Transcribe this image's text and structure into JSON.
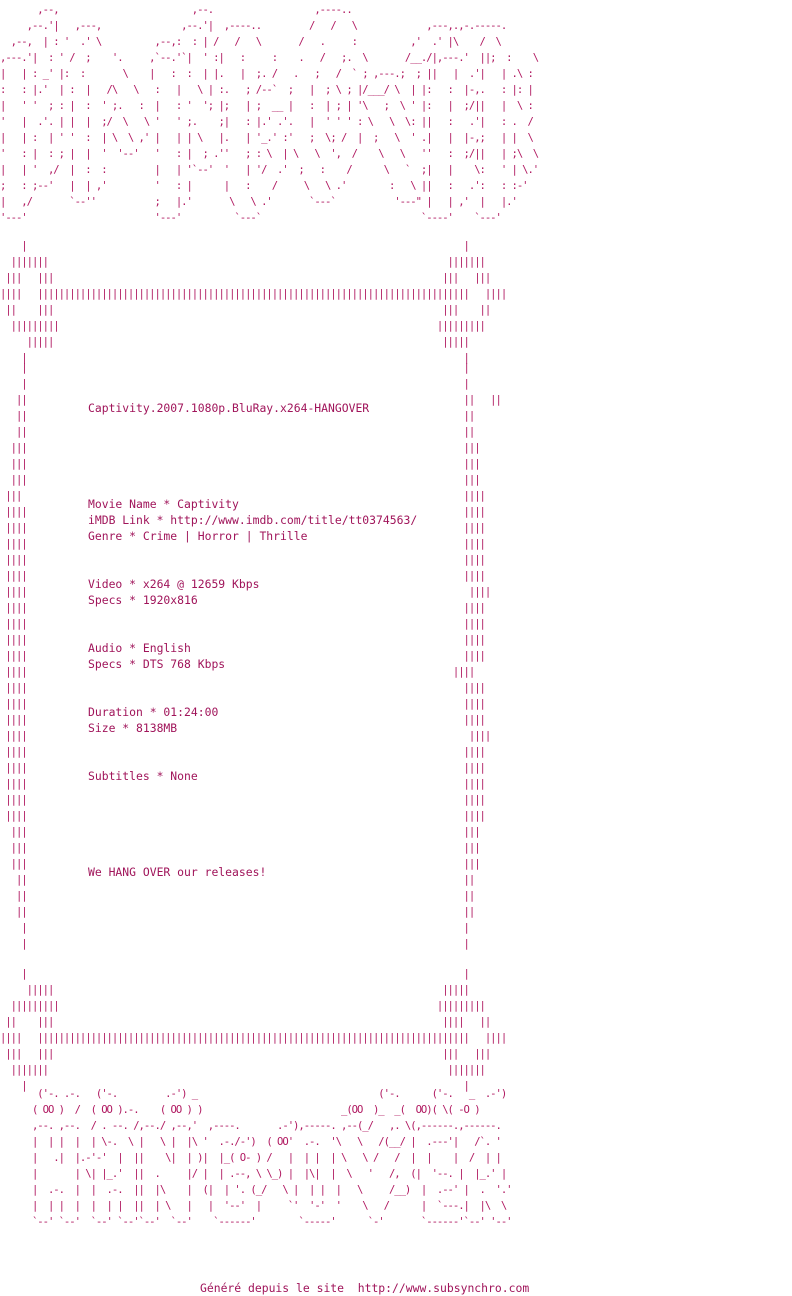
{
  "release_title": "Captivity.2007.1080p.BluRay.x264-HANGOVER",
  "info": {
    "movie_name": "Movie Name * Captivity",
    "imdb_link": "iMDB Link * http://www.imdb.com/title/tt0374563/",
    "genre": "Genre * Crime | Horror | Thrille",
    "video": "Video * x264 @ 12659 Kbps",
    "video_specs": "Specs * 1920x816",
    "audio": "Audio * English",
    "audio_specs": "Specs * DTS 768 Kbps",
    "duration": "Duration * 01:24:00",
    "size": "Size * 8138MB",
    "subtitles": "Subtitles * None",
    "tagline": "We HANG OVER our releases!"
  },
  "footer": "Généré depuis le site  http://www.subsynchro.com",
  "ascii": {
    "top_logo": "       ,--,                         ,--.                   ,----..                              \n     ,--.'|   ,---,               ,--.'|  ,----..         /   /   \\             ,---,.,-.-----.  \n  ,--,  | : '  .' \\          ,--,:  : | /   /   \\       /   .     :          ,'  .' |\\    /  \\ \n,---.'|  : ' /  ;    '.     ,`--.'`|  ' :|   :     :    .   /   ;.  \\       /__./|,---.'  ||;  :    \\\n|   | : _' |:  :       \\    |   :  :  | |.   |  ;. /   .   ;   /  ` ; ,---.;  ; ||   |  .'|   | .\\ :\n:   : |.'  | :  |   /\\   \\   :   |   \\ | :.   ; /--`  ;   |  ; \\ ; |/___/ \\  | |:   :  |-,.   : |: |\n|   ' '  ; : |  :  ' ;.   :  |   : '  '; |;   | ;  __ |   :  | ; | '\\   ;  \\ ' |:   |  ;/||   |  \\ :\n'   |  .'. | |  |  ;/  \\   \\ '   ' ;.    ;|   : |.' .'.   |  ' ' ' : \\   \\  \\: ||   :   .'|   : .  /\n|   | :  | ' '  :  | \\  \\ ,' |   | | \\   |.   | '_.' :'   ;  \\; /  |  ;   \\  ' .|   |  |-,;   | |  \\\n'   : |  : ; |  |  '  '--'   '   : |  ; .''   ; : \\  | \\   \\  ',  /    \\   \\   ''   :  ;/||   | ;\\  \\\n|   | '  ,/  |  :  :         |   | '`--'  '   | '/  .'  ;   :    /      \\   `  ;|   |    \\:   ' | \\.'\n;   : ;--'   |  | ,'         '   : |      |   :    /     \\   \\ .'        :   \\ ||   :   .':   : :-'  \n|   ,/       `--''           ;   |.'       \\   \\ .'       `---`           '---\" |   | ,'  |   |.'    \n'---'                        '---'          `---`                              `----'    `---'      ",
    "frame_top": "    |                                                                                  |   \n  |||||||                                                                           |||||||  \n |||   |||                                                                         |||   ||| \n||||   |||||||||||||||||||||||||||||||||||||||||||||||||||||||||||||||||||||||||||||||||   ||||\n ||    |||                                                                         |||    || \n  |||||||||                                                                       |||||||||  \n     |||||                                                                         |||||     \n    |                                                                                  |   ",
    "frame_rails": "    |                                                                                  |\n    |                                                                                  |\n   ||                                                                                  ||   ||\n   ||                                                                                  ||\n   ||                                                                                  ||\n  |||                                                                                  |||\n  |||                                                                                  |||\n  |||                                                                                  |||\n |||                                                                                   ||||\n ||||                                                                                  ||||\n ||||                                                                                  ||||\n ||||                                                                                  ||||\n ||||                                                                                  ||||\n ||||                                                                                  ||||\n ||||                                                                                   ||||\n ||||                                                                                  ||||\n ||||                                                                                  ||||\n ||||                                                                                  ||||\n ||||                                                                                  ||||\n ||||                                                                                ||||\n ||||                                                                                  ||||\n ||||                                                                                  ||||\n ||||                                                                                  ||||\n ||||                                                                                   ||||\n ||||                                                                                  ||||\n ||||                                                                                  ||||\n ||||                                                                                  ||||\n ||||                                                                                  ||||\n ||||                                                                                  ||||\n  |||                                                                                  |||\n  |||                                                                                  |||\n  |||                                                                                  |||\n   ||                                                                                  ||\n   ||                                                                                  ||\n   ||                                                                                  ||\n    |                                                                                  |\n    |                                                                                  |",
    "frame_bottom": "    |                                                                                  |   \n     |||||                                                                         |||||     \n  |||||||||                                                                       |||||||||  \n ||    |||                                                                         ||||   || \n||||   |||||||||||||||||||||||||||||||||||||||||||||||||||||||||||||||||||||||||||||||||   ||||\n |||   |||                                                                         |||   ||| \n  |||||||                                                                           |||||||  \n    |                                                                                  |   ",
    "bottom_logo": "       ('-. .-.   ('-.         .-') _                                  ('-.      ('-.   _  .-')  \n      ( OO )  /  ( OO ).-.    ( OO ) )                          _(OO  )_  _(  OO)( \\( -O )  \n      ,--. ,--.  / . --. /,--./ ,--,'  ,----.       .-'),-----. ,--(_/   ,. \\(,------.,------. \n      |  | |  |  | \\-.  \\ |   \\ |  |\\ '  .-./-')  ( OO'  .-.  '\\   \\   /(__/ |  .---'|   /`. '\n      |   .|  |.-'-'  |  ||    \\|  | )|  |_( O- ) /   |  | |  | \\   \\ /   /  |  |    |  /  | |\n      |       | \\| |_.'  ||  .     |/ |  | .--, \\ \\_) |  |\\|  |  \\   '   /,  (|  '--. |  |_.' |\n      |  .-.  |  |  .-.  ||  |\\    |  (|  | '. (_/   \\ |  | |  |   \\     /__)  |  .--' |  .  '.'\n      |  | |  |  |  | |  ||  | \\   |   |  '--'  |     `'  '-'  '    \\   /      |  `---.|  |\\  \\ \n      `--' `--'  `--' `--'`--'  `--'    `------'        `-----'      `-'       `------'`--' '--'"
  }
}
